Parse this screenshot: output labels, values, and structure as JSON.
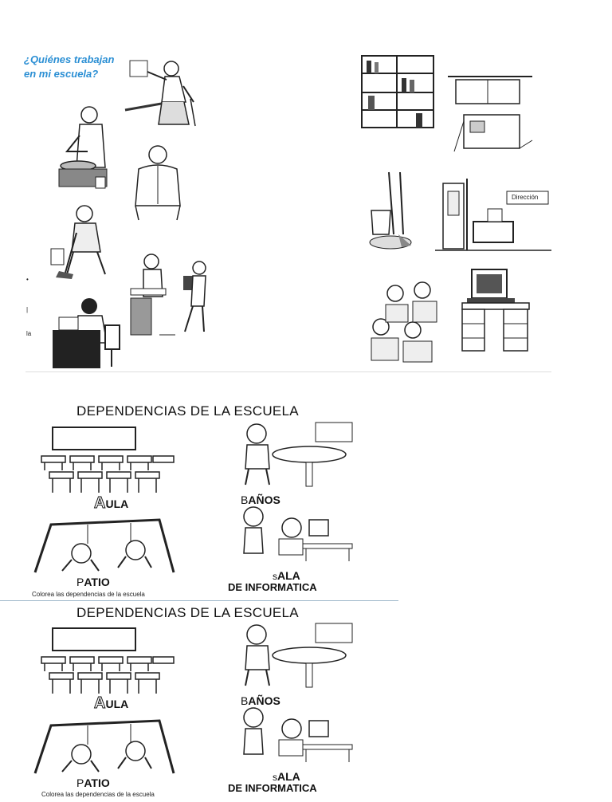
{
  "top_section": {
    "title_line1": "¿Quiénes trabajan",
    "title_line2": "en mi escuela?",
    "direccion_sign": "Dirección"
  },
  "sheets": [
    {
      "title": "DEPENDENCIAS DE LA ESCUELA",
      "label_aula_big": "A",
      "label_aula_rest": "ULA",
      "label_banos_big": "B",
      "label_banos_rest": "AÑOS",
      "label_patio_big": "P",
      "label_patio_rest": "ATIO",
      "label_sala_small": "s",
      "label_sala_rest": "ALA",
      "label_informatica": "DE INFORMATICA",
      "instruction": "Colorea las dependencias de la escuela"
    },
    {
      "title": "DEPENDENCIAS DE LA ESCUELA",
      "label_aula_big": "A",
      "label_aula_rest": "ULA",
      "label_banos_big": "B",
      "label_banos_rest": "AÑOS",
      "label_patio_big": "P",
      "label_patio_rest": "ATIO",
      "label_sala_small": "s",
      "label_sala_rest": "ALA",
      "label_informatica": "DE INFORMATICA",
      "instruction": "Colorea las dependencias de la escuela"
    }
  ]
}
